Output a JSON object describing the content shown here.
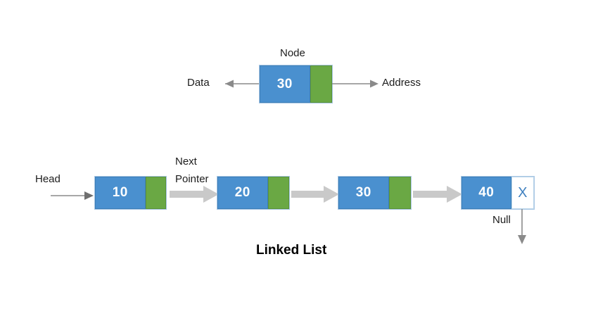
{
  "diagram": {
    "title": "Linked List",
    "node_detail": {
      "caption": "Node",
      "value": "30",
      "left_label": "Data",
      "right_label": "Address"
    },
    "list": {
      "head_label": "Head",
      "next_pointer_label_line1": "Next",
      "next_pointer_label_line2": "Pointer",
      "null_label": "Null",
      "null_marker": "X",
      "nodes": [
        {
          "value": "10",
          "pointer": "green"
        },
        {
          "value": "20",
          "pointer": "green"
        },
        {
          "value": "30",
          "pointer": "green"
        },
        {
          "value": "40",
          "pointer": "null"
        }
      ]
    }
  },
  "colors": {
    "data_cell": "#4a90cf",
    "pointer_cell": "#6aa844",
    "null_cell": "#ffffff",
    "null_text": "#3f80bf",
    "connector_arrow": "#c8c8c8",
    "thin_arrow": "#808080",
    "text": "#1c1c1c"
  },
  "icons": {
    "left_arrow": "arrow-left-icon",
    "right_arrow": "arrow-right-icon",
    "down_arrow": "arrow-down-icon",
    "block_arrow": "block-arrow-right-icon"
  }
}
